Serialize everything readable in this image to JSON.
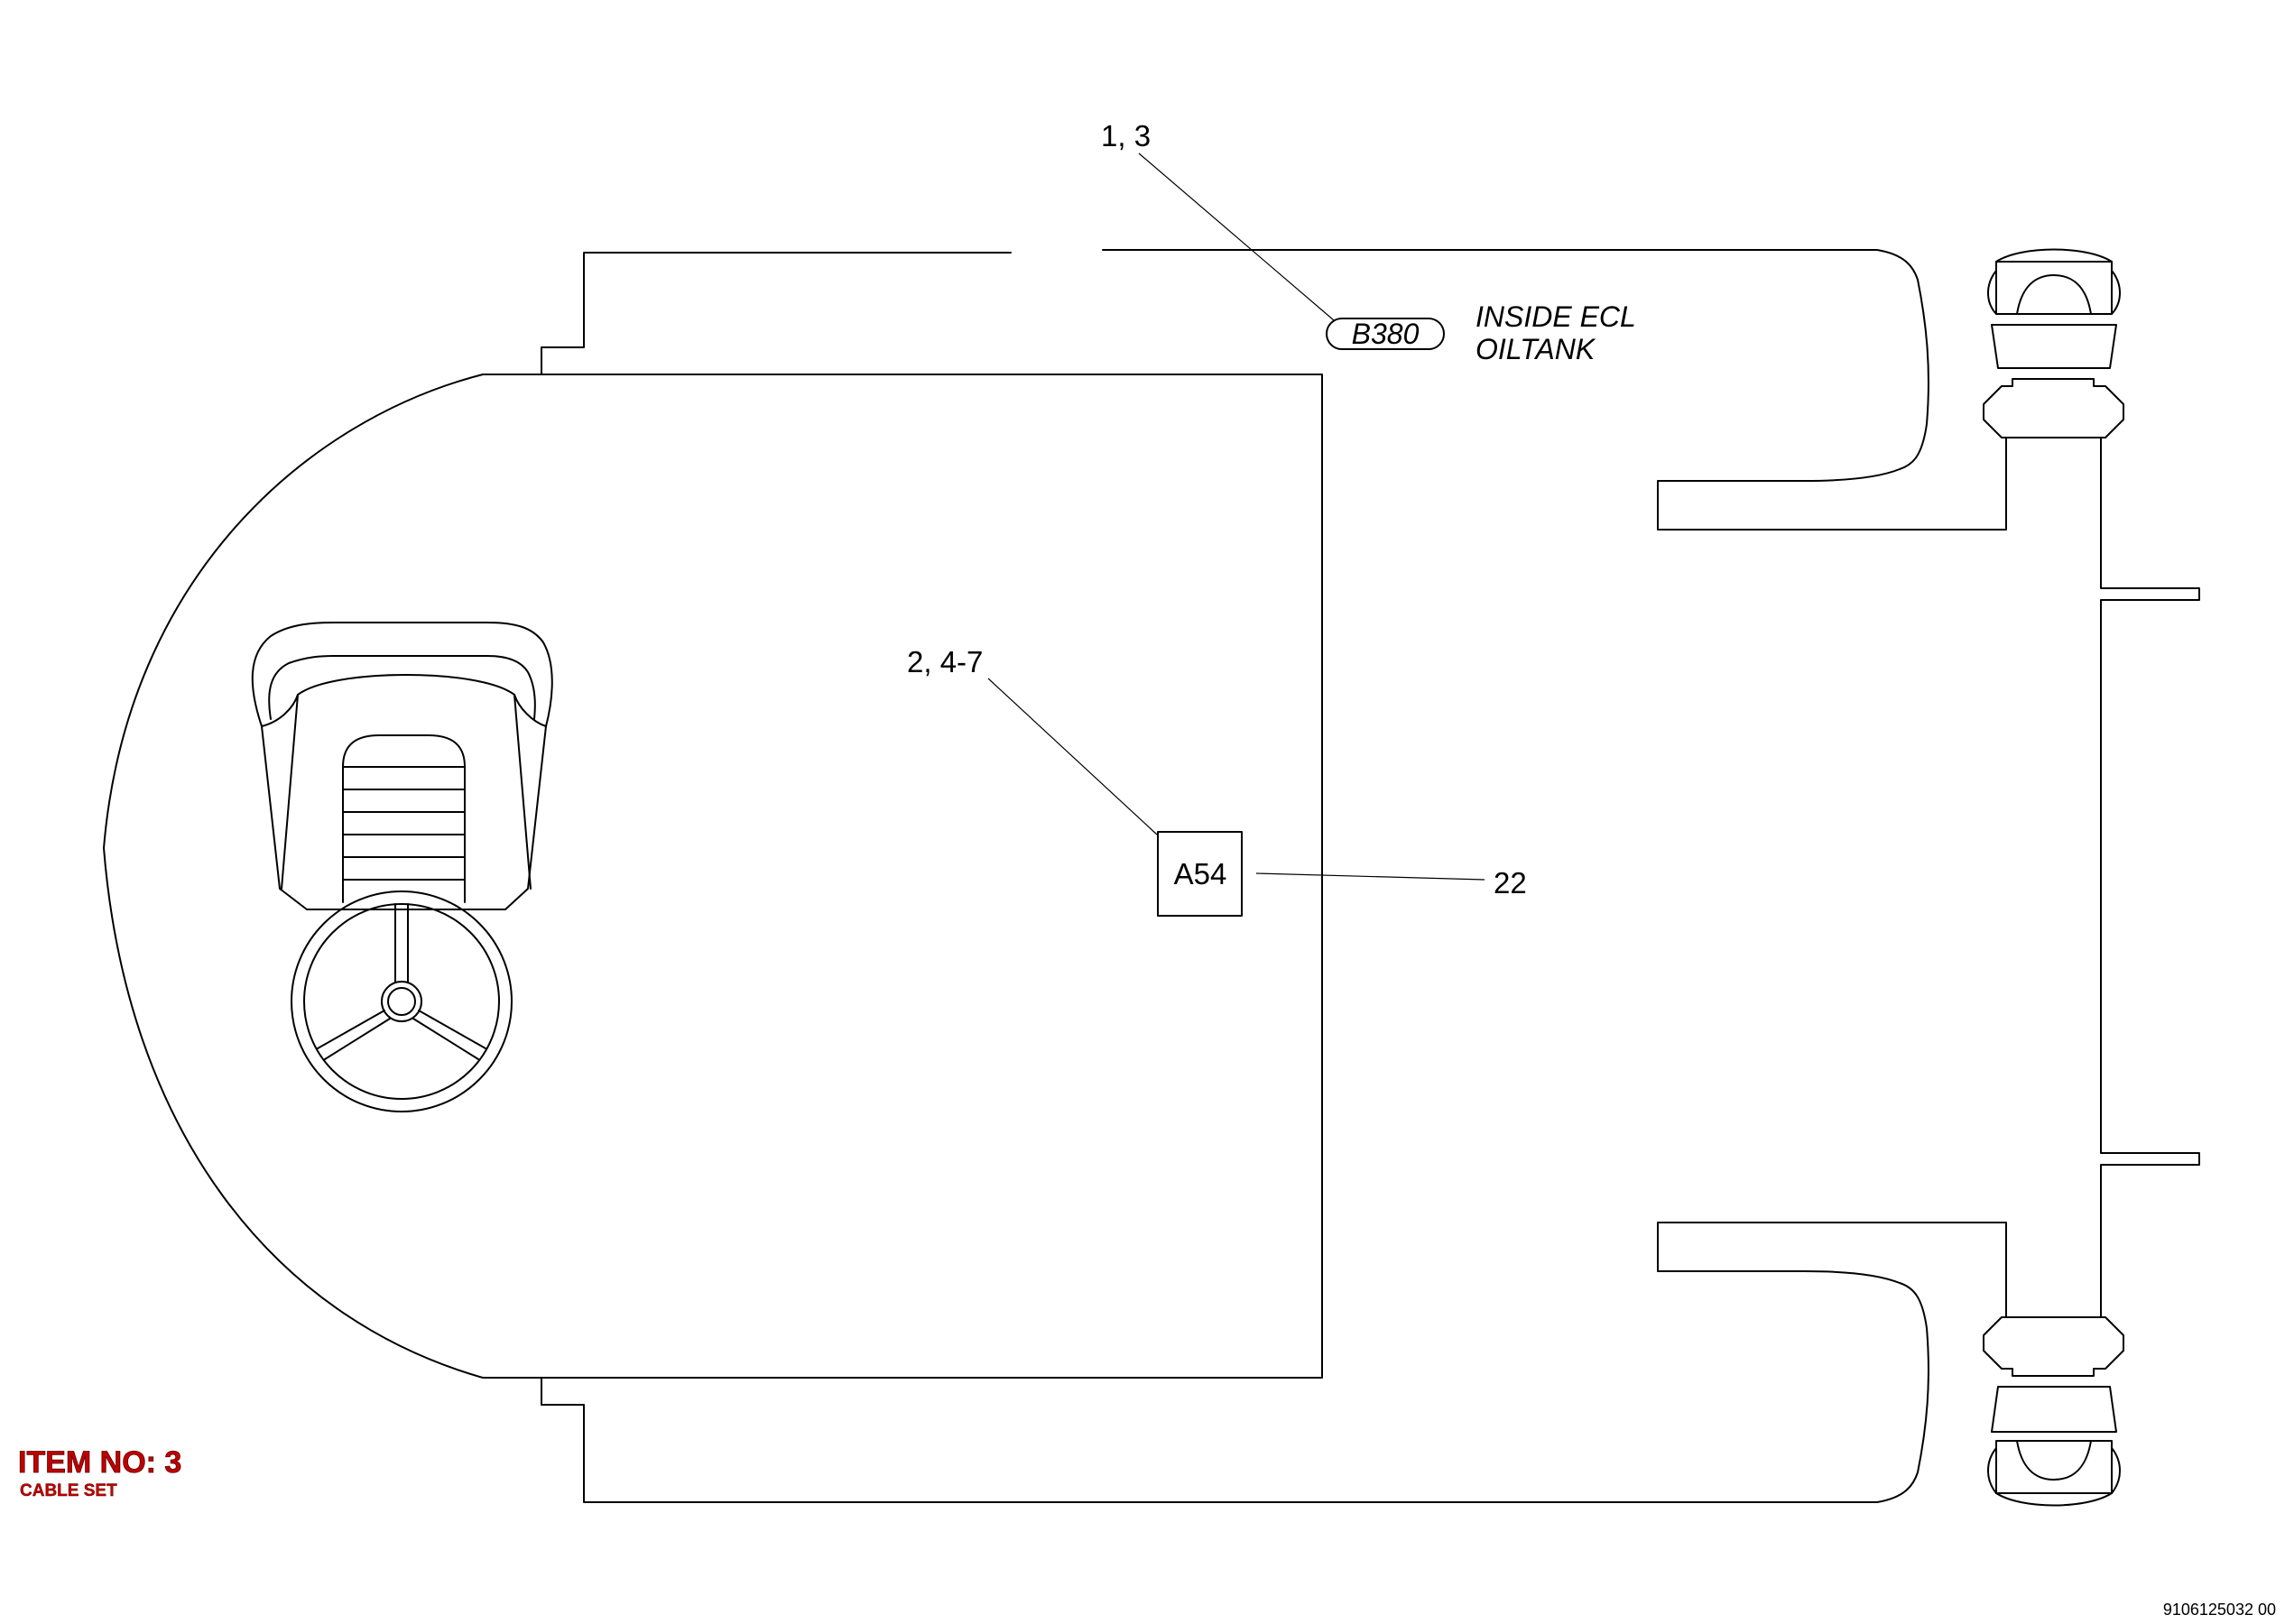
{
  "callouts": {
    "b380_refs": "1, 3",
    "a54_refs": "2, 4-7",
    "a54_side_ref": "22"
  },
  "components": {
    "b380": "B380",
    "a54": "A54"
  },
  "notes": {
    "line1": "INSIDE ECL",
    "line2": "OILTANK"
  },
  "item": {
    "title": "ITEM NO: 3",
    "subtitle": "CABLE SET"
  },
  "document_number": "9106125032 00"
}
